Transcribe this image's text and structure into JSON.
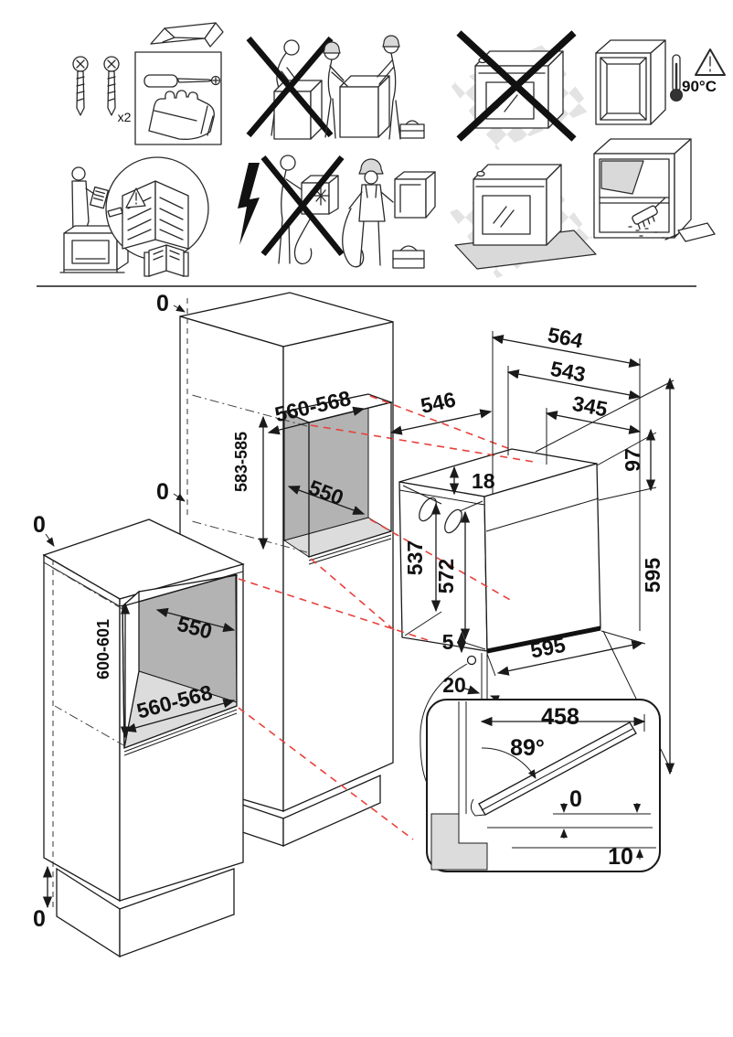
{
  "safety": {
    "screw_count": "x2",
    "max_ambient_temp": "90°C"
  },
  "icons": {
    "parts": "screws-tools-gloves-icon",
    "manual": "read-manual-icon",
    "lift_single": "no-single-person-lift-icon",
    "lift_double": "two-person-lift-icon",
    "electric": "qualified-electrician-icon",
    "no_floor": "no-floor-placement-icon",
    "cabinet_temp": "cabinet-heat-resistance-icon",
    "protective_mat": "protective-mat-icon",
    "clean_cabinet": "clean-cabinet-icon"
  },
  "colors": {
    "line": "#1a1a1a",
    "projection_red": "#e8413c",
    "niche_back": "#b3b3b3",
    "niche_floor": "#dcdcdc"
  },
  "install": {
    "tall_unit": {
      "top_gap": "0",
      "side_gap": "0",
      "niche_width": "560-568",
      "niche_height": "583-585",
      "niche_depth": "550"
    },
    "base_unit": {
      "top_gap": "0",
      "bottom_gap": "0",
      "niche_width": "560-568",
      "niche_height": "600-601",
      "niche_depth": "550"
    },
    "oven": {
      "depth_overall": "564",
      "depth_body": "543",
      "depth_front": "546",
      "rear_width": "345",
      "top_step": "18",
      "fascia_height": "97",
      "rear_height": "537",
      "front_height": "572",
      "height_overall": "595",
      "width_overall": "595",
      "bottom_gap": "5",
      "cable_offset": "20"
    },
    "door_detail": {
      "door_depth": "458",
      "open_angle": "89°",
      "flush_level": "0",
      "bottom_clearance": "10"
    }
  }
}
